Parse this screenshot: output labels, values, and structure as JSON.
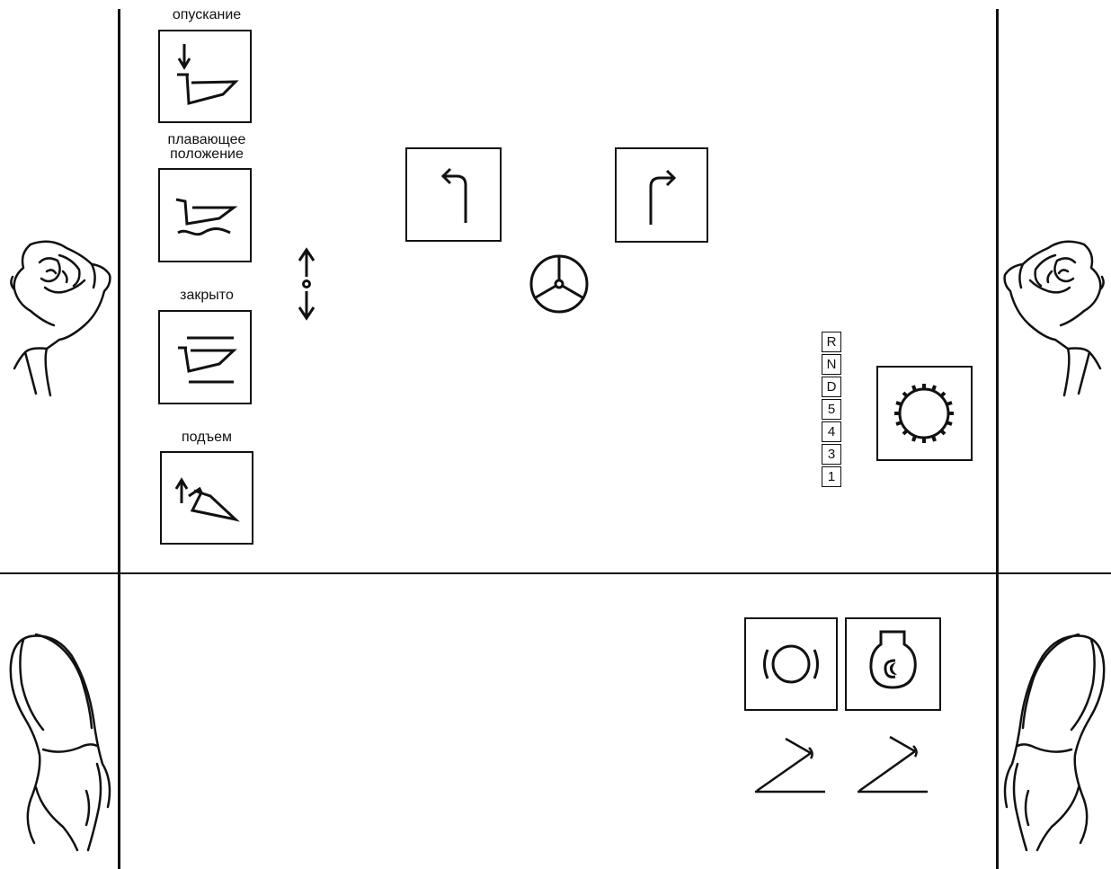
{
  "colors": {
    "ink": "#111111",
    "background": "#ffffff"
  },
  "bucket_controls": [
    {
      "label": "опускание",
      "icon": "bucket-lower-icon"
    },
    {
      "label": "плавающее положение",
      "icon": "bucket-float-icon"
    },
    {
      "label": "закрыто",
      "icon": "bucket-closed-icon"
    },
    {
      "label": "подъем",
      "icon": "bucket-raise-icon"
    }
  ],
  "float_label_lines": [
    "плавающее",
    "положение"
  ],
  "gear_positions": [
    "R",
    "N",
    "D",
    "5",
    "4",
    "3",
    "1"
  ],
  "icons": {
    "turn_left": "turn-left-arrow-icon",
    "turn_right": "turn-right-arrow-icon",
    "steering": "steering-wheel-icon",
    "up_down": "up-down-arrow-icon",
    "gear_shift": "gear-sun-icon",
    "brake": "brake-icon",
    "throttle": "engine-throttle-icon"
  }
}
